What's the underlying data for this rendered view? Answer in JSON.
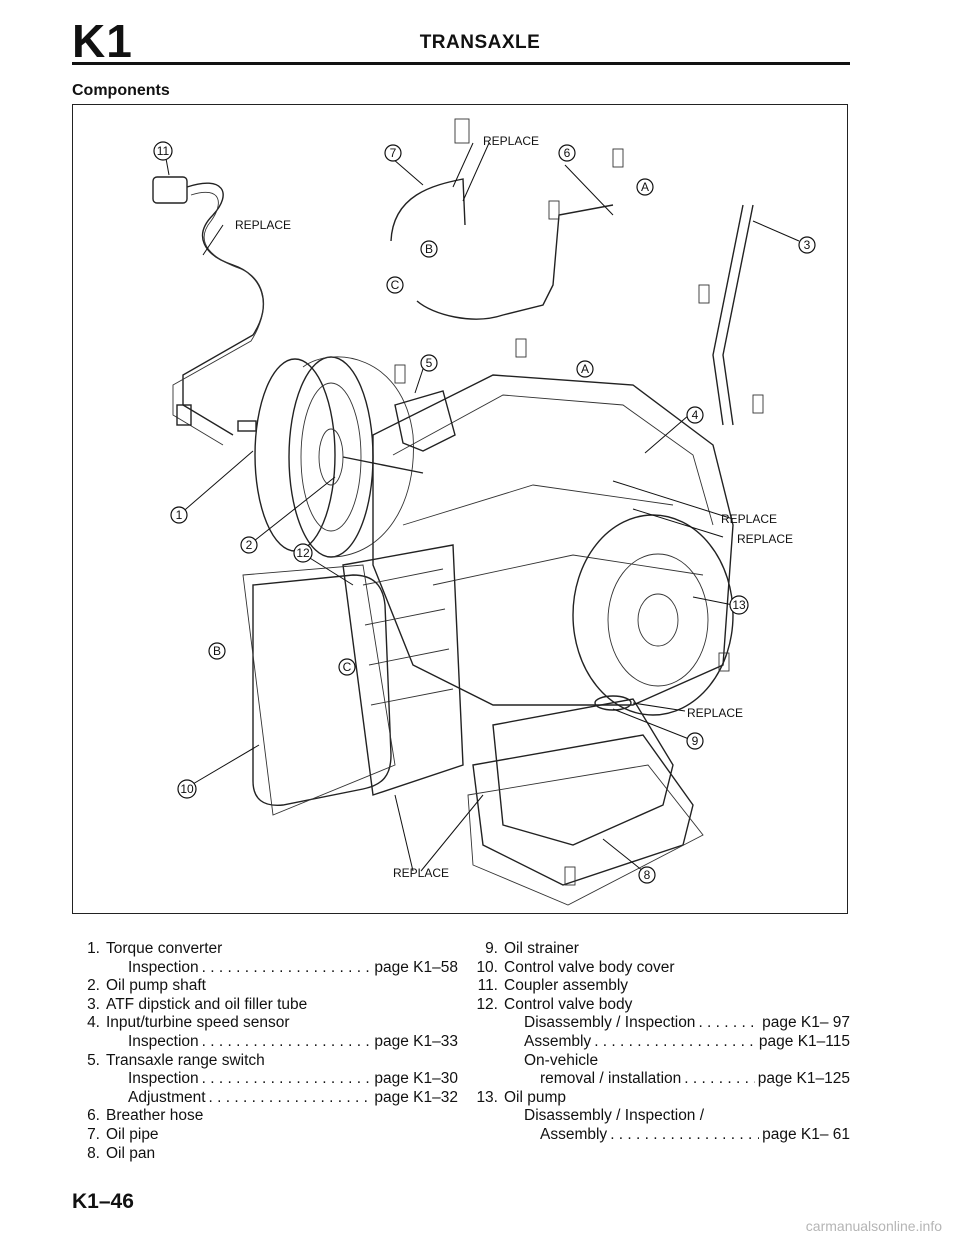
{
  "header": {
    "code": "K1",
    "title": "TRANSAXLE"
  },
  "section_title": "Components",
  "figure": {
    "replace_label": "REPLACE",
    "callouts": [
      "1",
      "2",
      "3",
      "4",
      "5",
      "6",
      "7",
      "8",
      "9",
      "10",
      "11",
      "12",
      "13"
    ],
    "letters": {
      "a": "A",
      "b": "B",
      "c": "C"
    }
  },
  "list_left": [
    {
      "num": "1.",
      "label": "Torque converter"
    },
    {
      "sub": "Inspection",
      "ref": "page K1–58"
    },
    {
      "num": "2.",
      "label": "Oil pump shaft"
    },
    {
      "num": "3.",
      "label": "ATF dipstick and oil filler tube"
    },
    {
      "num": "4.",
      "label": "Input/turbine speed sensor"
    },
    {
      "sub": "Inspection",
      "ref": "page K1–33"
    },
    {
      "num": "5.",
      "label": "Transaxle range switch"
    },
    {
      "sub": "Inspection",
      "ref": "page K1–30"
    },
    {
      "sub": "Adjustment",
      "ref": "page K1–32"
    },
    {
      "num": "6.",
      "label": "Breather hose"
    },
    {
      "num": "7.",
      "label": "Oil pipe"
    },
    {
      "num": "8.",
      "label": "Oil pan"
    }
  ],
  "list_right": [
    {
      "num": "9.",
      "label": "Oil strainer"
    },
    {
      "num": "10.",
      "label": "Control valve body cover"
    },
    {
      "num": "11.",
      "label": "Coupler assembly"
    },
    {
      "num": "12.",
      "label": "Control valve body"
    },
    {
      "sub": "Disassembly / Inspection",
      "ref": "page K1– 97"
    },
    {
      "sub": "Assembly",
      "ref": "page K1–115"
    },
    {
      "plain": "On-vehicle"
    },
    {
      "sub": "removal / installation",
      "ref": "page K1–125",
      "indent": 2
    },
    {
      "num": "13.",
      "label": "Oil pump"
    },
    {
      "plain": "Disassembly / Inspection /"
    },
    {
      "sub": "Assembly",
      "ref": "page K1– 61",
      "indent": 2
    }
  ],
  "footer": {
    "code": "K1–46"
  },
  "watermark": "carmanualsonline.info"
}
